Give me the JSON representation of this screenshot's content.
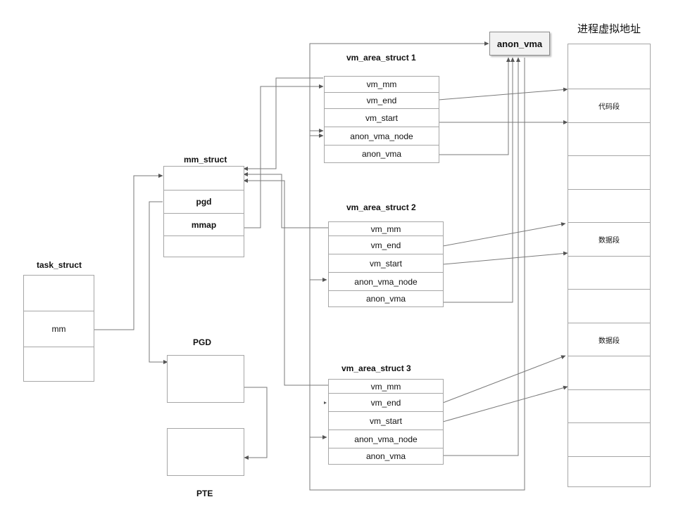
{
  "task_struct": {
    "title": "task_struct",
    "rows": [
      "",
      "mm",
      ""
    ]
  },
  "mm_struct": {
    "title": "mm_struct",
    "rows": [
      "",
      "pgd",
      "mmap",
      ""
    ]
  },
  "pgd": {
    "title": "PGD"
  },
  "pte": {
    "title": "PTE"
  },
  "anon_vma": {
    "label": "anon_vma"
  },
  "vmas": [
    {
      "title": "vm_area_struct 1",
      "fields": [
        "vm_mm",
        "vm_end",
        "vm_start",
        "anon_vma_node",
        "anon_vma"
      ]
    },
    {
      "title": "vm_area_struct 2",
      "fields": [
        "vm_mm",
        "vm_end",
        "vm_start",
        "anon_vma_node",
        "anon_vma"
      ]
    },
    {
      "title": "vm_area_struct 3",
      "fields": [
        "vm_mm",
        "vm_end",
        "vm_start",
        "anon_vma_node",
        "anon_vma"
      ]
    }
  ],
  "address_space": {
    "title": "进程虚拟地址",
    "segments": [
      "",
      "代码段",
      "",
      "",
      "",
      "数据段",
      "",
      "",
      "数据段",
      "",
      "",
      "",
      ""
    ]
  }
}
